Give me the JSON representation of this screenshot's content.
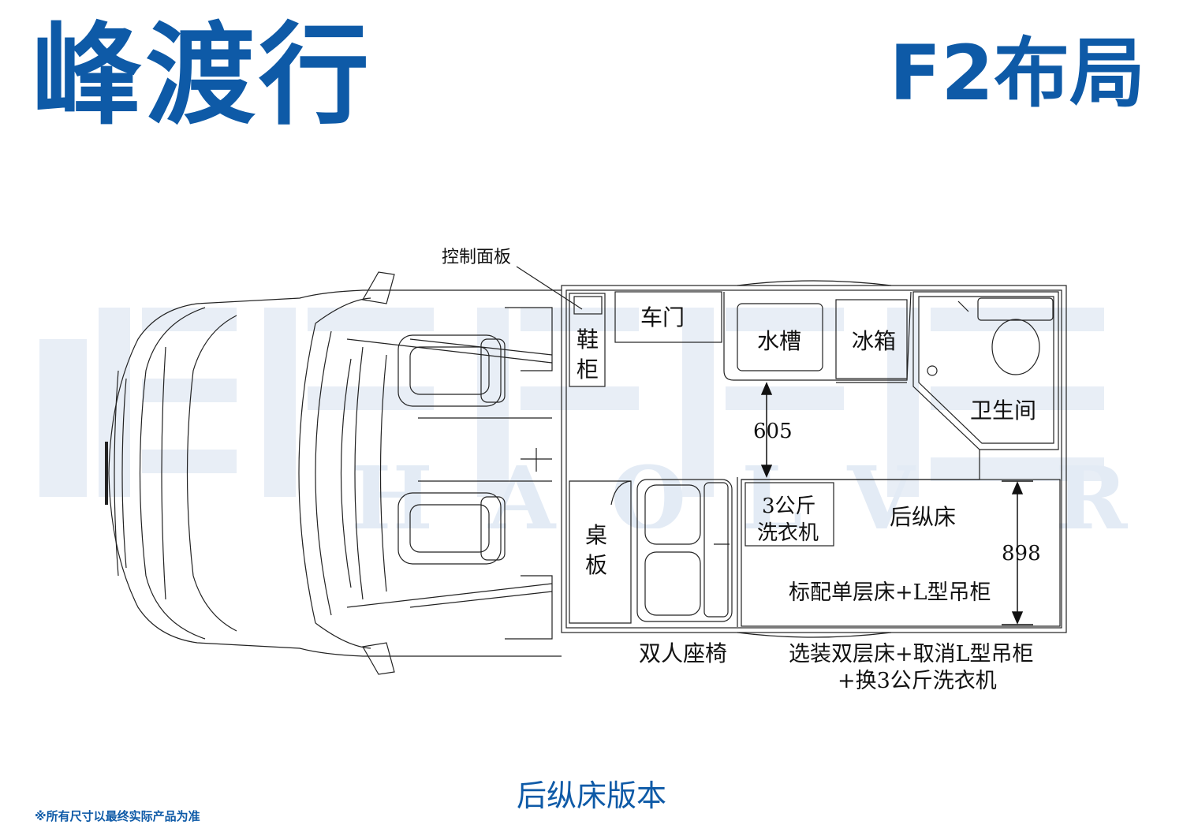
{
  "header": {
    "brand": "峰渡行",
    "layout_name": "F2布局"
  },
  "watermark": {
    "brand_latin": "HAOLV RV"
  },
  "floorplan": {
    "labels": {
      "control_panel": "控制面板",
      "door": "车门",
      "shoe_cabinet_1": "鞋",
      "shoe_cabinet_2": "柜",
      "sink": "水槽",
      "fridge": "冰箱",
      "bathroom": "卫生间",
      "aisle_width": "605",
      "washer_line1": "3公斤",
      "washer_line2": "洗衣机",
      "rear_bed": "后纵床",
      "bed_width": "898",
      "standard_config": "标配单层床+L型吊柜",
      "table_1": "桌",
      "table_2": "板",
      "double_seat": "双人座椅",
      "option_line1": "选装双层床+取消L型吊柜",
      "option_line2": "+换3公斤洗衣机"
    }
  },
  "footer": {
    "version_caption": "后纵床版本",
    "disclaimer": "※所有尺寸以最终实际产品为准"
  },
  "colors": {
    "brand_blue": "#0e5aa7",
    "watermark": "#e6edf5",
    "line": "#222222"
  }
}
